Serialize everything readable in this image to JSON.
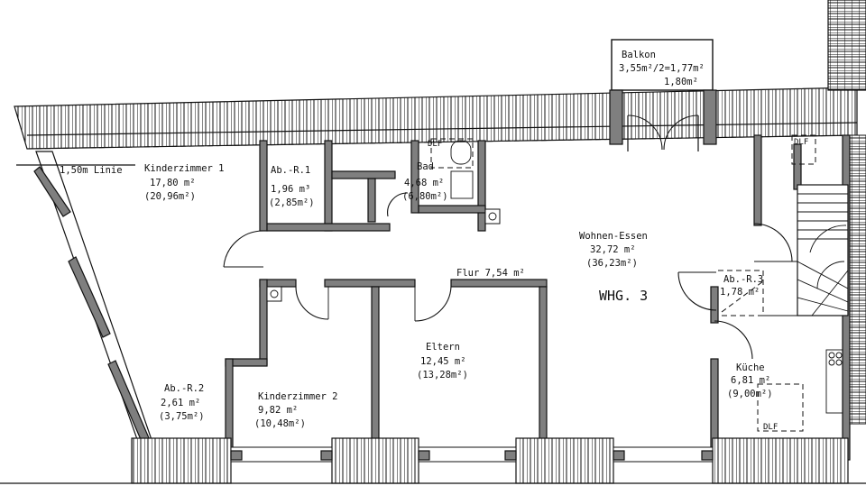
{
  "plan": {
    "apartment_label": "WHG. 3",
    "line_label": "1,50m Linie",
    "dlf": "DLF",
    "rooms": [
      {
        "id": "balkon",
        "name": "Balkon",
        "area": "3,55m²/2=1,77m²",
        "area2": "1,80m²"
      },
      {
        "id": "kinder1",
        "name": "Kinderzimmer 1",
        "area": "17,80 m²",
        "area2": "(20,96m²)"
      },
      {
        "id": "abr1",
        "name": "Ab.-R.1",
        "area": "1,96 m³",
        "area2": "(2,85m²)"
      },
      {
        "id": "bad",
        "name": "Bad",
        "area": "4,68 m²",
        "area2": "(6,80m²)"
      },
      {
        "id": "wohnen",
        "name": "Wohnen-Essen",
        "area": "32,72 m²",
        "area2": "(36,23m²)"
      },
      {
        "id": "flur",
        "name": "Flur 7,54 m²"
      },
      {
        "id": "abr3",
        "name": "Ab.-R.3",
        "area": "1,78 m²"
      },
      {
        "id": "eltern",
        "name": "Eltern",
        "area": "12,45 m²",
        "area2": "(13,28m²)"
      },
      {
        "id": "abr2",
        "name": "Ab.-R.2",
        "area": "2,61 m²",
        "area2": "(3,75m²)"
      },
      {
        "id": "kinder2",
        "name": "Kinderzimmer 2",
        "area": "9,82 m²",
        "area2": "(10,48m²)"
      },
      {
        "id": "kueche",
        "name": "Küche",
        "area": "6,81 m²",
        "area2": "(9,00m²)"
      }
    ]
  }
}
